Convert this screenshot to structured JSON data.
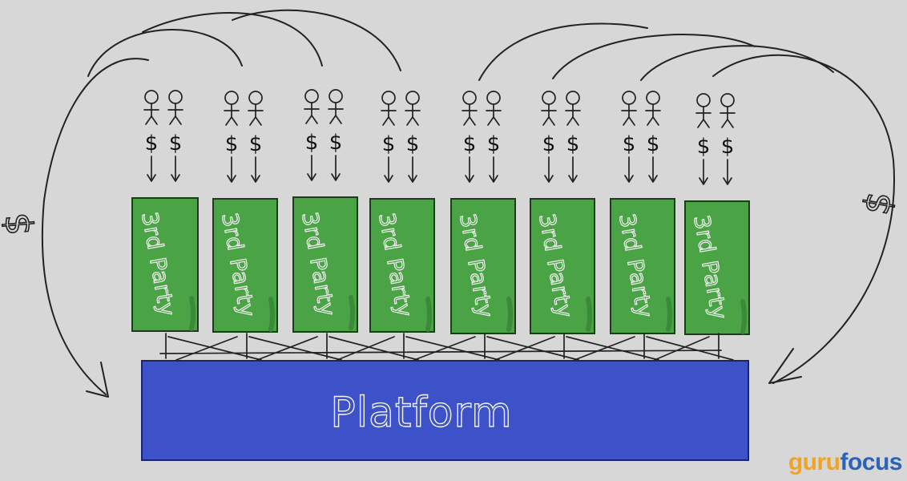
{
  "diagram": {
    "party_label": "3rd Party",
    "party_count": 8,
    "users_per_party": 2,
    "user_payment_symbol": "$",
    "platform_label": "Platform",
    "left_flow_label": "$",
    "right_flow_label": "$",
    "colors": {
      "background": "#d7d7d7",
      "party_fill": "#4aa345",
      "party_shade": "#3b8a39",
      "platform_fill": "#3d52c9",
      "ink": "#222222",
      "label_ink": "#f2f2f2"
    }
  },
  "logo": {
    "part1": "guru",
    "part2": "focus",
    "colors": {
      "part1": "#f0a422",
      "part2": "#2a63b8"
    }
  }
}
